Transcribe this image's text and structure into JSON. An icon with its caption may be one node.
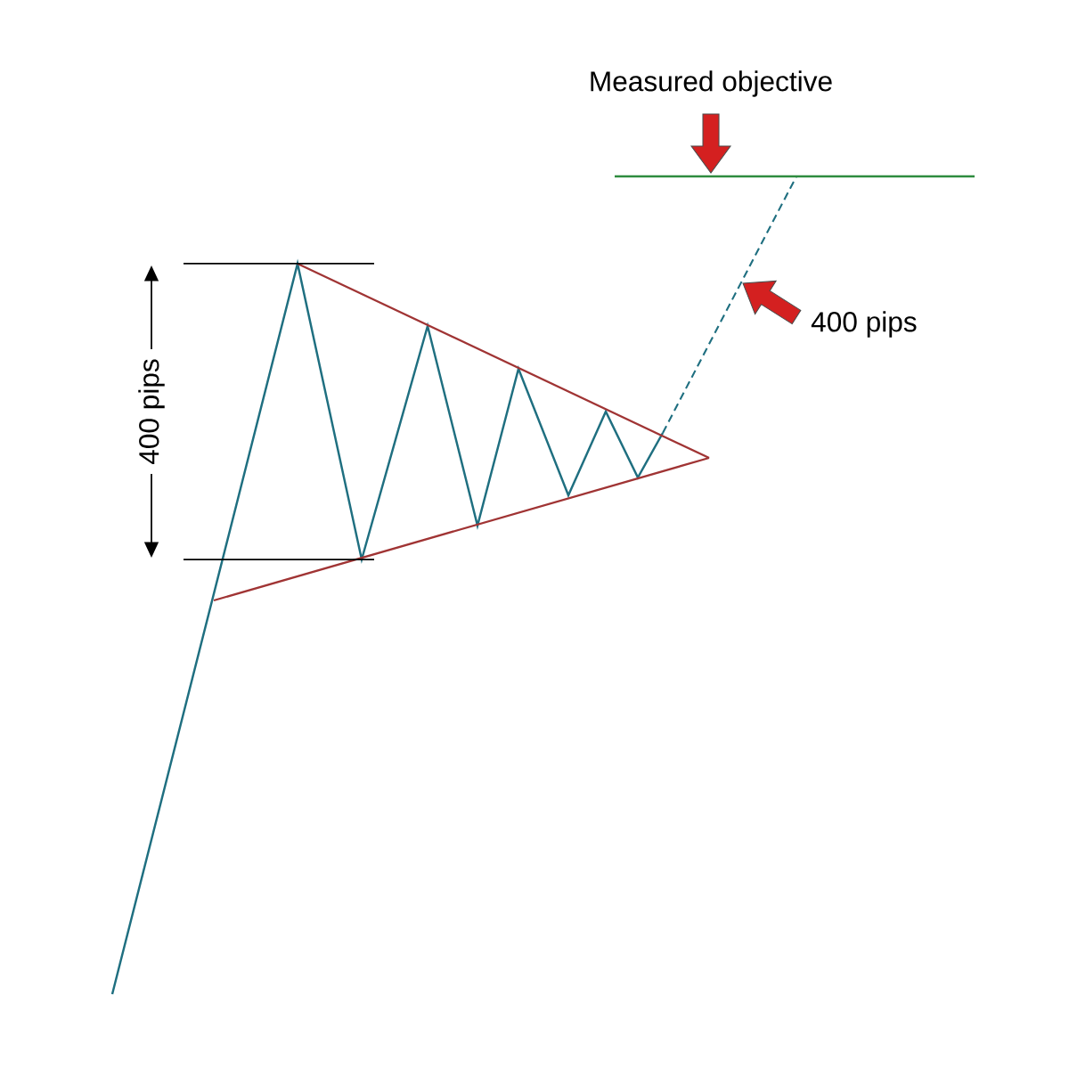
{
  "diagram": {
    "labels": [
      "Measured objective",
      "400 pips",
      "400 pips"
    ]
  }
}
